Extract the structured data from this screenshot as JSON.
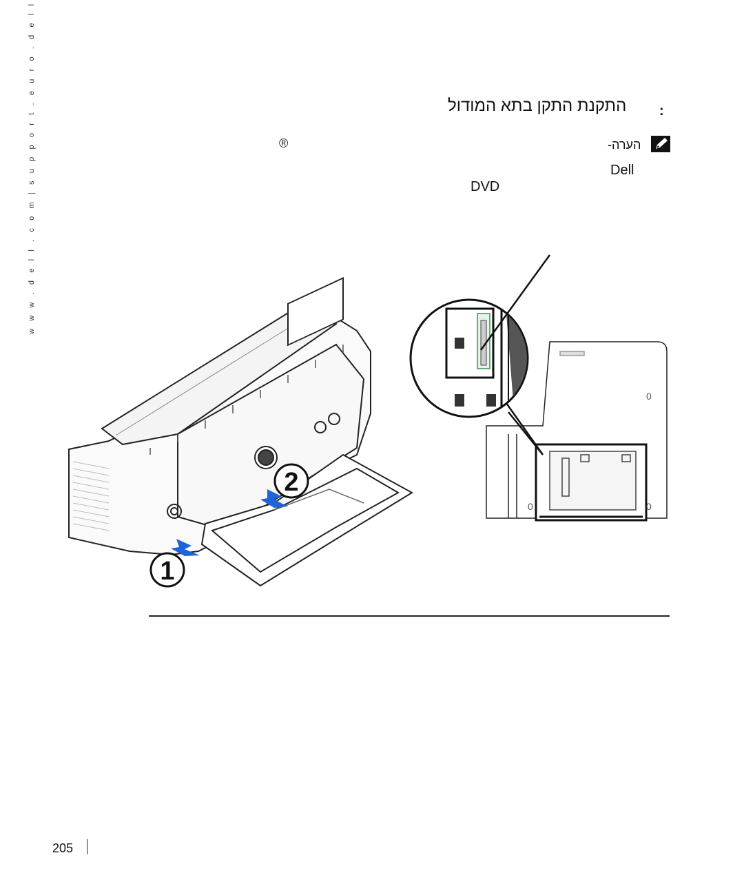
{
  "side_url": "w w w . d e l l . c o m   |   s u p p o r t . e u r o . d e l l . c o m",
  "heading": "התקנת התקן בתא המודול",
  "colon": ":",
  "registered_mark": "®",
  "note_label": "הערה-",
  "note_icon": "pencil-note-icon",
  "dell_word": "Dell",
  "dvd_word": "DVD",
  "figure": {
    "callout_1": "1",
    "callout_2": "2",
    "bay_label_0a": "0",
    "bay_label_0b": "0",
    "bay_label_0c": "0"
  },
  "page_number": "205"
}
